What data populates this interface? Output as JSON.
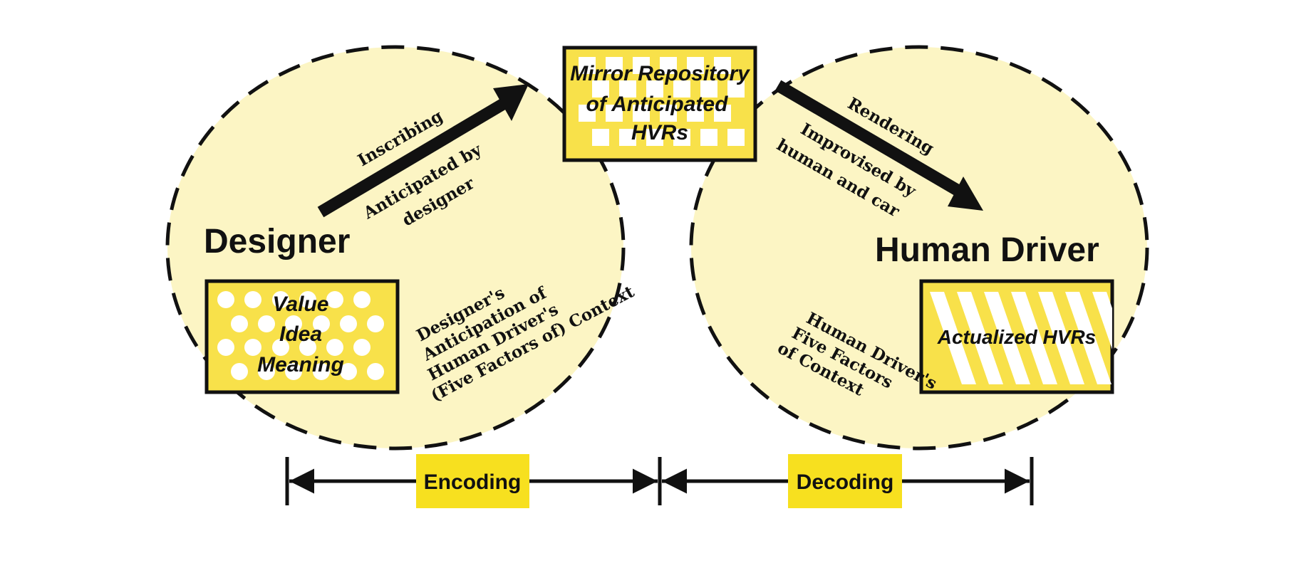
{
  "colors": {
    "ellipse_fill": "#fcf5c4",
    "box_fill": "#f8e14a",
    "pill_fill": "#f7e01f",
    "stroke": "#111111",
    "white": "#ffffff"
  },
  "designer": {
    "title": "Designer",
    "box_lines": [
      "Value",
      "Idea",
      "Meaning"
    ],
    "context_lines": [
      "Designer's",
      "Anticipation of",
      "Human Driver's",
      "(Five Factors of) Context"
    ],
    "arrow_label": "Inscribing",
    "arrow_sublabel_lines": [
      "Anticipated by",
      "designer"
    ]
  },
  "repository": {
    "lines": [
      "Mirror Repository",
      "of Anticipated",
      "HVRs"
    ]
  },
  "driver": {
    "title": "Human Driver",
    "box_label": "Actualized HVRs",
    "context_lines": [
      "Human Driver's",
      "Five Factors",
      "of Context"
    ],
    "arrow_label": "Rendering",
    "arrow_sublabel_lines": [
      "Improvised by",
      "human and car"
    ]
  },
  "timeline": {
    "encoding": "Encoding",
    "decoding": "Decoding"
  }
}
